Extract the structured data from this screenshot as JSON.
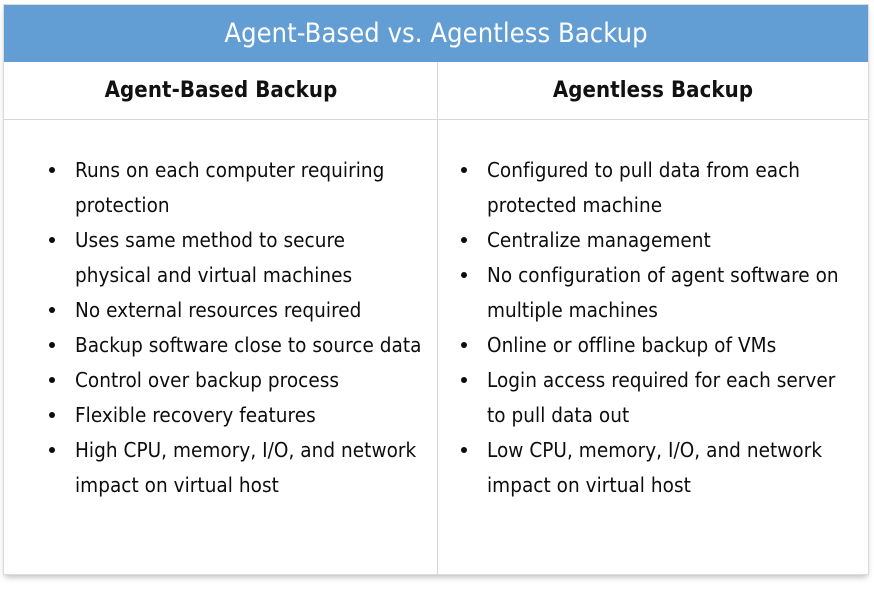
{
  "theme": {
    "header_band_color": "#629DD4",
    "header_title_color": "#FFFFFF",
    "text_color": "#0D0D0D",
    "border_color": "#D8D8D8",
    "background_color": "#FFFFFF"
  },
  "header": {
    "title": "Agent-Based vs. Agentless Backup"
  },
  "table": {
    "columns": [
      {
        "header": "Agent-Based Backup",
        "items": [
          "Runs on each computer requiring protection",
          "Uses same method to secure physical and virtual machines",
          "No external resources required",
          "Backup software close to source data",
          "Control over backup process",
          "Flexible recovery features",
          "High CPU, memory, I/O, and network impact on virtual host"
        ]
      },
      {
        "header": "Agentless Backup",
        "items": [
          "Configured to pull data from each protected machine",
          "Centralize management",
          "No configuration of agent software on multiple machines",
          "Online or offline backup of VMs",
          "Login access required for each server to pull data out",
          "Low CPU, memory, I/O, and network impact on virtual host"
        ]
      }
    ]
  }
}
